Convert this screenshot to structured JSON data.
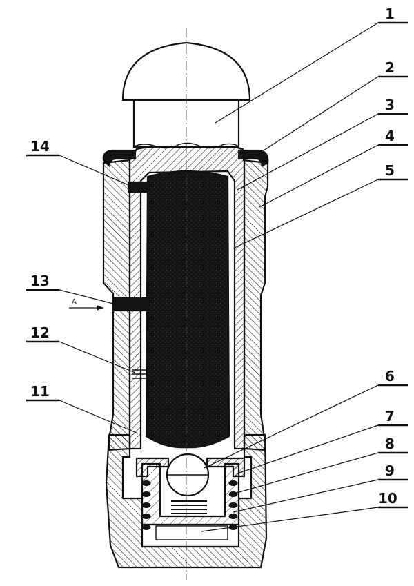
{
  "callouts": {
    "c1": "1",
    "c2": "2",
    "c3": "3",
    "c4": "4",
    "c5": "5",
    "c6": "6",
    "c7": "7",
    "c8": "8",
    "c9": "9",
    "c10": "10",
    "c11": "11",
    "c12": "12",
    "c13": "13",
    "c14": "14"
  },
  "flow_arrow_label": "A",
  "colors": {
    "ink": "#111111",
    "hatch": "#222222",
    "core": "#141414",
    "paper": "#ffffff"
  }
}
